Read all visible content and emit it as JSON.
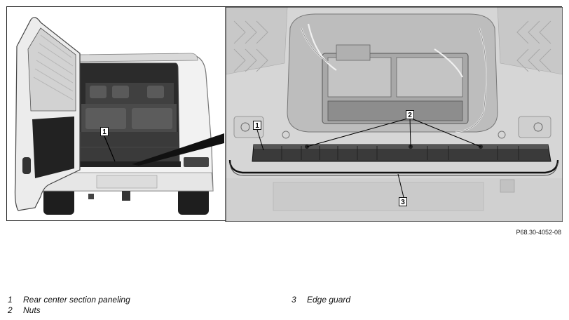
{
  "figure": {
    "callouts": {
      "c1a": "1",
      "c1b": "1",
      "c2": "2",
      "c3": "3"
    },
    "image_code": "P68.30-4052-08"
  },
  "legend": {
    "items": [
      {
        "number": "1",
        "label": "Rear center section paneling"
      },
      {
        "number": "2",
        "label": "Nuts"
      },
      {
        "number": "3",
        "label": "Edge guard"
      }
    ]
  }
}
